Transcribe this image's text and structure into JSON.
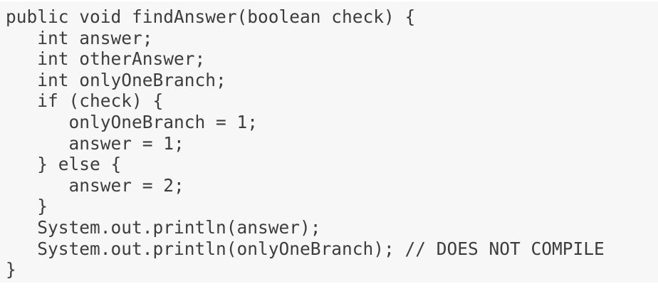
{
  "code_block": {
    "language": "java",
    "colors": {
      "block_background": "#f7f7f7",
      "text": "#3d3d3d",
      "page_background": "#ffffff"
    },
    "comment_text": "// DOES NOT COMPILE",
    "lines": [
      "public void findAnswer(boolean check) {",
      "   int answer;",
      "   int otherAnswer;",
      "   int onlyOneBranch;",
      "   if (check) {",
      "      onlyOneBranch = 1;",
      "      answer = 1;",
      "   } else {",
      "      answer = 2;",
      "   }",
      "   System.out.println(answer);",
      "   System.out.println(onlyOneBranch); // DOES NOT COMPILE",
      "}"
    ]
  }
}
